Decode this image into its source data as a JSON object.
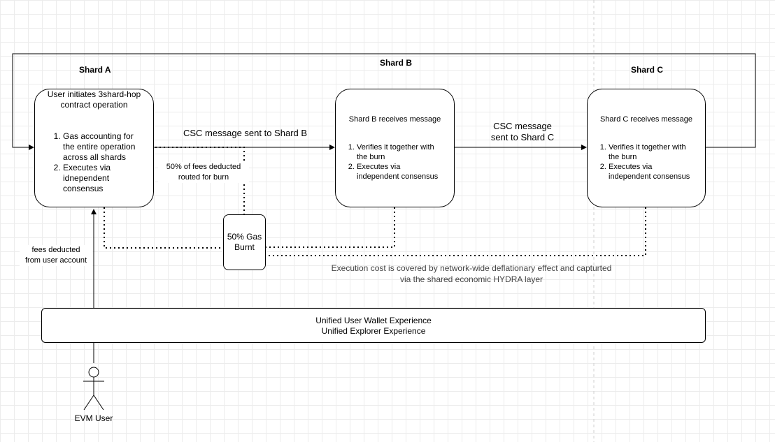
{
  "shards": {
    "a": {
      "title": "Shard A",
      "heading_line1": "User initiates 3shard-hop",
      "heading_line2": "contract operation",
      "steps": [
        [
          "Gas accounting for",
          "the entire operation",
          "across all shards"
        ],
        [
          "Executes via",
          "idnependent",
          "consensus"
        ]
      ]
    },
    "b": {
      "title": "Shard B",
      "heading": "Shard B receives message",
      "steps": [
        [
          "Verifies it together with",
          "the burn"
        ],
        [
          "Executes via",
          "independent consensus"
        ]
      ]
    },
    "c": {
      "title": "Shard C",
      "heading": "Shard C receives message",
      "steps": [
        [
          "Verifies it together with",
          "the burn"
        ],
        [
          "Executes via",
          "independent consensus"
        ]
      ]
    }
  },
  "edges": {
    "csc_to_b": "CSC message sent to Shard B",
    "csc_to_c_line1": "CSC message",
    "csc_to_c_line2": "sent to Shard C",
    "fees_routed_line1": "50% of fees deducted",
    "fees_routed_line2": "routed for burn",
    "fees_user_line1": "fees deducted",
    "fees_user_line2": "from user account"
  },
  "gas_burnt": {
    "line1": "50% Gas",
    "line2": "Burnt"
  },
  "execution_note": {
    "line1": "Execution cost is covered by network-wide deflationary effect and capturted",
    "line2": "via the shared economic HYDRA layer"
  },
  "wallet": {
    "line1": "Unified User Wallet Experience",
    "line2": "Unified Explorer Experience"
  },
  "actor": {
    "label": "EVM User"
  }
}
